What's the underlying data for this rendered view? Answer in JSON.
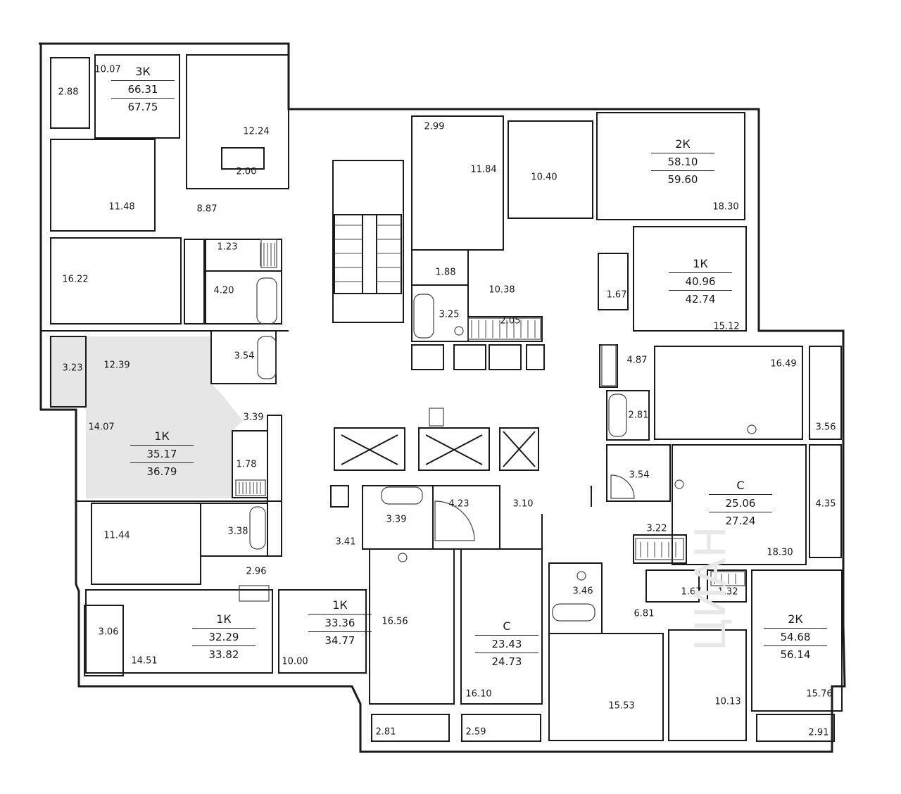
{
  "apartments": [
    {
      "id": "apt-3k",
      "type": "3К",
      "living": "66.31",
      "total": "67.75"
    },
    {
      "id": "apt-2k-top",
      "type": "2К",
      "living": "58.10",
      "total": "59.60"
    },
    {
      "id": "apt-1k-right",
      "type": "1К",
      "living": "40.96",
      "total": "42.74"
    },
    {
      "id": "apt-1k-highlight",
      "type": "1К",
      "living": "35.17",
      "total": "36.79"
    },
    {
      "id": "apt-c-right",
      "type": "С",
      "living": "25.06",
      "total": "27.24"
    },
    {
      "id": "apt-1k-bottom-left",
      "type": "1К",
      "living": "32.29",
      "total": "33.82"
    },
    {
      "id": "apt-1k-bottom-mid",
      "type": "1К",
      "living": "33.36",
      "total": "34.77"
    },
    {
      "id": "apt-c-bottom",
      "type": "С",
      "living": "23.43",
      "total": "24.73"
    },
    {
      "id": "apt-2k-bottom",
      "type": "2К",
      "living": "54.68",
      "total": "56.14"
    }
  ],
  "room_areas": [
    "10.07",
    "2.88",
    "12.24",
    "2.00",
    "11.48",
    "8.87",
    "16.22",
    "1.23",
    "4.20",
    "3.23",
    "12.39",
    "3.54",
    "3.39",
    "14.07",
    "1.78",
    "11.44",
    "3.38",
    "2.96",
    "3.06",
    "14.51",
    "10.00",
    "2.99",
    "11.84",
    "10.40",
    "18.30",
    "1.88",
    "10.38",
    "3.25",
    "2.05",
    "1.67",
    "15.12",
    "4.87",
    "16.49",
    "2.81",
    "3.56",
    "3.54",
    "4.35",
    "3.22",
    "18.30",
    "4.23",
    "3.10",
    "3.39",
    "3.41",
    "16.56",
    "16.10",
    "2.81",
    "2.59",
    "3.46",
    "6.81",
    "1.67",
    "1.32",
    "15.53",
    "10.13",
    "15.76",
    "2.91"
  ],
  "watermark": "ЦИАН",
  "colors": {
    "wall": "#1a1a1a",
    "highlight": "#e6e6e6",
    "line": "#222222"
  }
}
